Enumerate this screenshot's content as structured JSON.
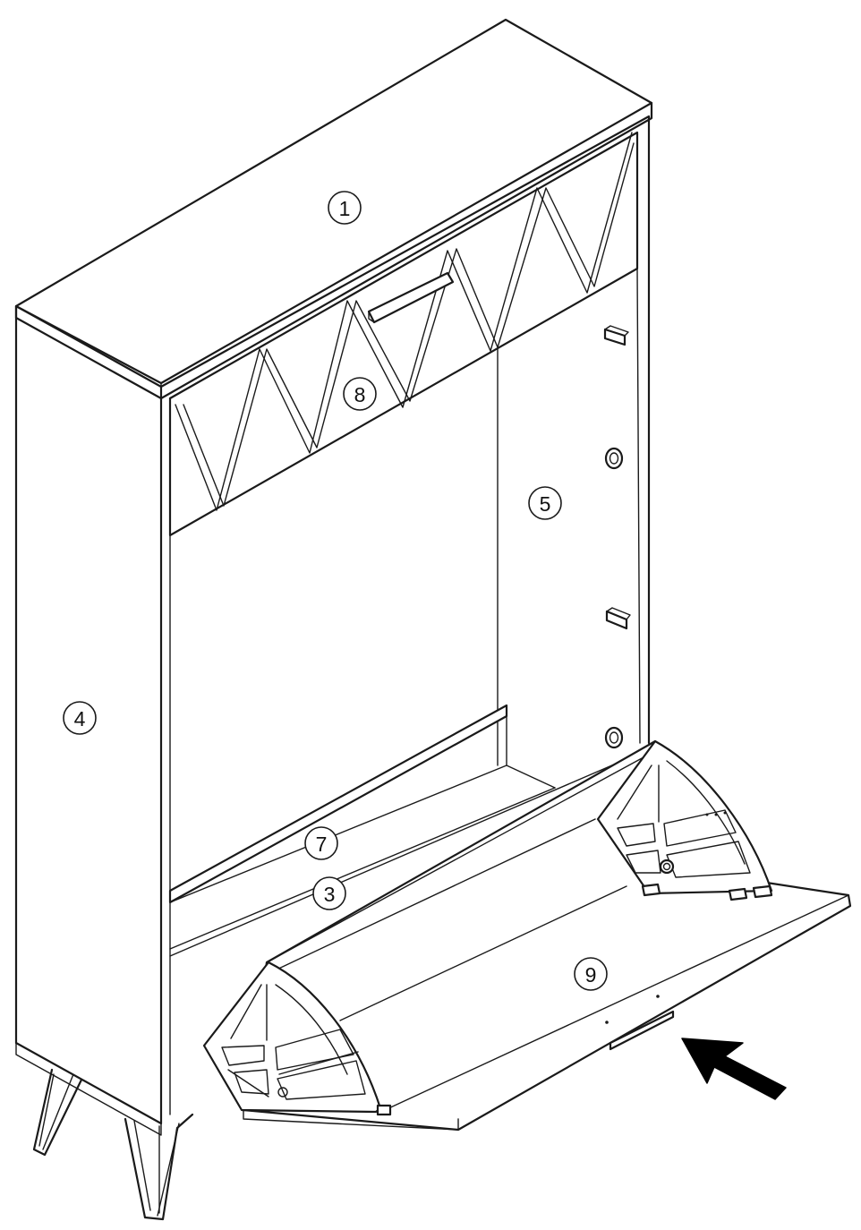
{
  "diagram": {
    "callouts": [
      {
        "id": "1",
        "label": "1"
      },
      {
        "id": "8",
        "label": "8"
      },
      {
        "id": "5",
        "label": "5"
      },
      {
        "id": "4",
        "label": "4"
      },
      {
        "id": "7",
        "label": "7"
      },
      {
        "id": "3",
        "label": "3"
      },
      {
        "id": "9",
        "label": "9"
      }
    ],
    "icons": {
      "arrow": "push-direction-arrow-icon",
      "handle": "door-handle-icon"
    },
    "colors": {
      "line": "#1a1a1a",
      "fill": "#ffffff",
      "arrow": "#000000"
    }
  }
}
